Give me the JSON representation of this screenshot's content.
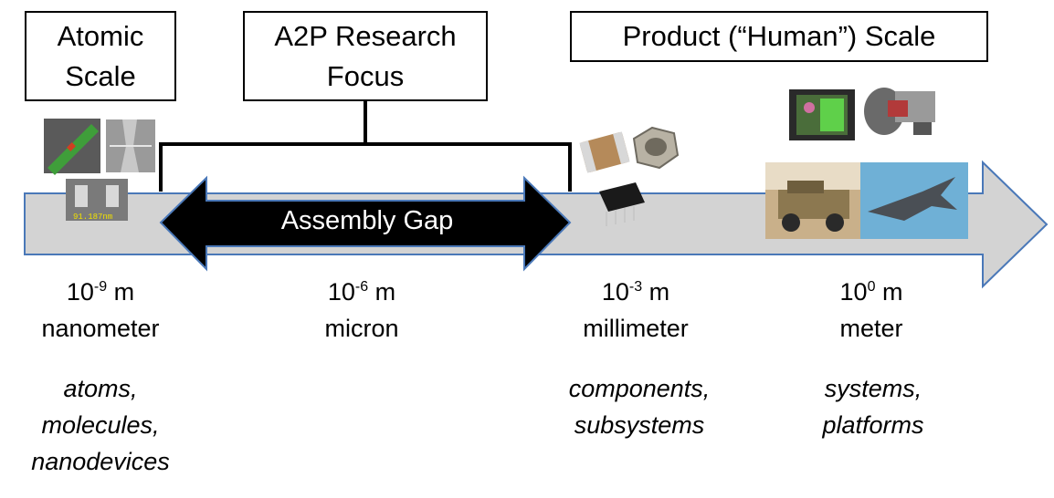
{
  "boxes": {
    "atomic": [
      "Atomic",
      "Scale"
    ],
    "research": [
      "A2P Research",
      "Focus"
    ],
    "product": "Product (“Human”) Scale"
  },
  "gap_label": "Assembly Gap",
  "scales": [
    {
      "base": "10",
      "exp": "-9",
      "unit": "m",
      "name": "nanometer"
    },
    {
      "base": "10",
      "exp": "-6",
      "unit": "m",
      "name": "micron"
    },
    {
      "base": "10",
      "exp": "-3",
      "unit": "m",
      "name": "millimeter"
    },
    {
      "base": "10",
      "exp": "0",
      "unit": "m",
      "name": "meter"
    }
  ],
  "descriptions": {
    "nano": [
      "atoms,",
      "molecules,",
      "nanodevices"
    ],
    "milli": [
      "components,",
      "subsystems"
    ],
    "meter": [
      "systems,",
      "platforms"
    ]
  },
  "images": {
    "micro_chip_image": "micro-chip-photo",
    "nanowire_image": "nanowire-photo",
    "measurement_label": "91.187nm",
    "capacitor": "capacitor-photo",
    "hex_nut": "hex-nut-photo",
    "ic_chip": "ic-chip-photo",
    "circuit_board": "circuit-board-photo",
    "transmission": "transmission-photo",
    "humvee": "humvee-photo",
    "jet": "fighter-jet-photo"
  },
  "colors": {
    "axis_fill": "#d3d3d3",
    "axis_stroke": "#4a78b8",
    "gap_arrow": "#000000",
    "gap_arrow_stroke": "#4a78b8"
  }
}
